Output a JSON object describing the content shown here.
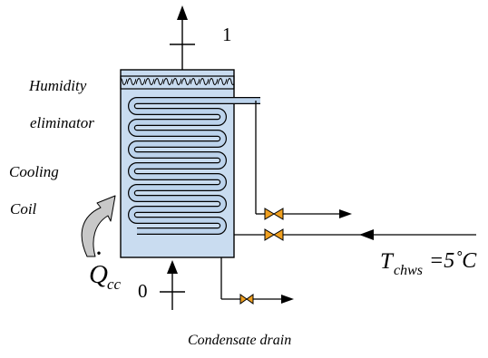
{
  "labels": {
    "outlet_point": "1",
    "inlet_point": "0",
    "humidity": "Humidity",
    "eliminator": "eliminator",
    "cooling": "Cooling",
    "coil": "Coil",
    "q_symbol": "Q",
    "q_dot": "·",
    "q_subscript": "cc",
    "t_symbol": "T",
    "t_subscript": "chws",
    "t_value": "=5˚C",
    "condensate_drain": "Condensate drain"
  },
  "colors": {
    "housing_fill": "#c9dcf0",
    "pipe_fill": "#bcd3ec",
    "valve_fill": "#f0a020",
    "arrow_fill": "#c8c8c8"
  },
  "icons": {
    "valve": "butterfly-valve-icon",
    "heat_arrow": "curved-arrow-icon"
  }
}
